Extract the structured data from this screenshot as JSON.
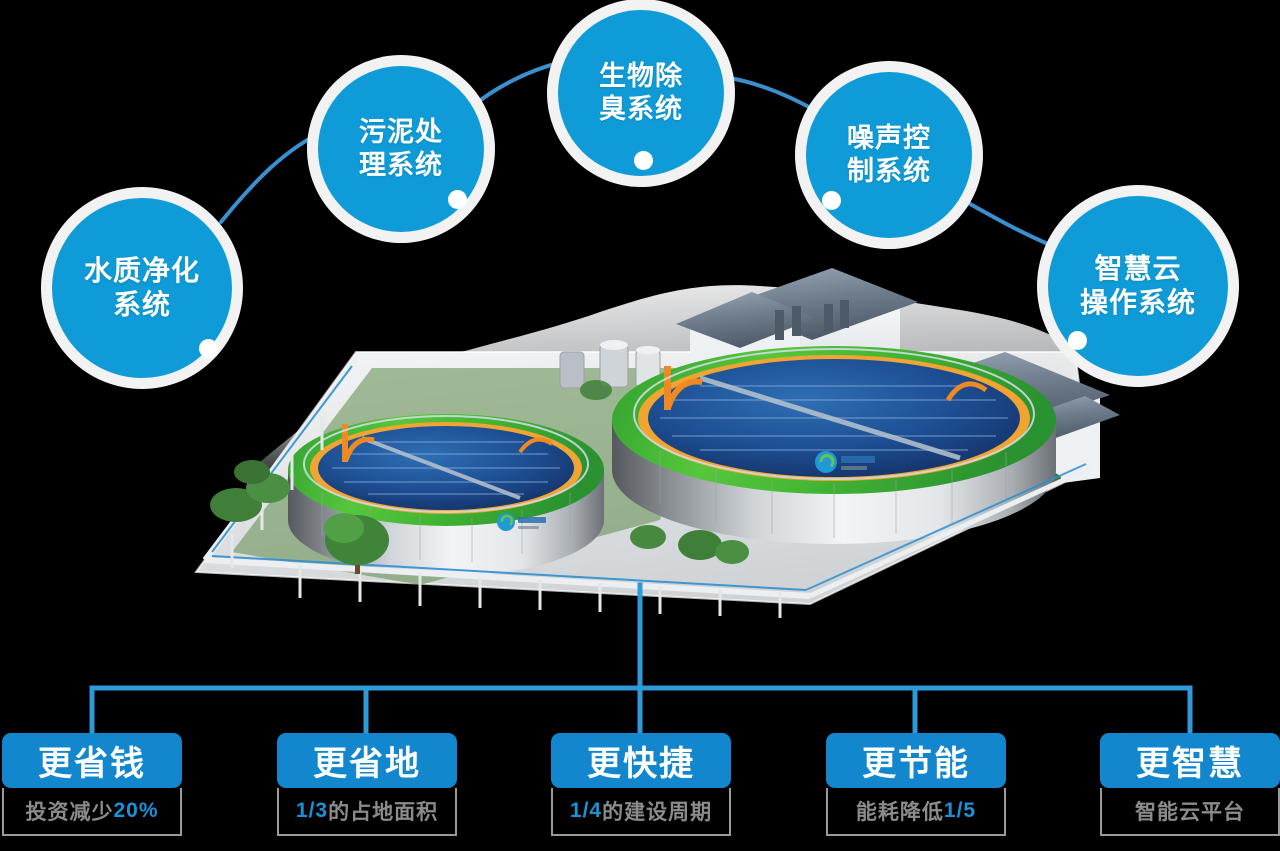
{
  "theme": {
    "node_fill": "#0f9bd7",
    "node_ring": "#f2f2f2",
    "card_header": "#1387ce",
    "card_border": "#9a9a9a",
    "sub_text": "#8b8b8b",
    "accent": "#1a92d8",
    "connector": "#3a8fcf",
    "background": "#000000"
  },
  "nodes": [
    {
      "id": "water-purification",
      "line1": "水质净化",
      "line2": "系统"
    },
    {
      "id": "sludge-treatment",
      "line1": "污泥处",
      "line2": "理系统"
    },
    {
      "id": "bio-deodorization",
      "line1": "生物除",
      "line2": "臭系统"
    },
    {
      "id": "noise-control",
      "line1": "噪声控",
      "line2": "制系统"
    },
    {
      "id": "smart-cloud-os",
      "line1": "智慧云",
      "line2": "操作系统"
    }
  ],
  "cards": [
    {
      "id": "more-economical",
      "title": "更省钱",
      "sub_pre": "投资减少",
      "sub_accent": "20%",
      "sub_post": ""
    },
    {
      "id": "more-land-saving",
      "title": "更省地",
      "sub_pre": "",
      "sub_accent": "1/3",
      "sub_post": "的占地面积"
    },
    {
      "id": "faster",
      "title": "更快捷",
      "sub_pre": "",
      "sub_accent": "1/4",
      "sub_post": "的建设周期"
    },
    {
      "id": "energy-saving",
      "title": "更节能",
      "sub_pre": "能耗降低",
      "sub_accent": "1/5",
      "sub_post": ""
    },
    {
      "id": "smarter",
      "title": "更智慧",
      "sub_pre": "智能云平台",
      "sub_accent": "",
      "sub_post": ""
    }
  ],
  "scene": {
    "alt": "污水处理厂三维效果图",
    "elements": [
      "圆形污水处理池",
      "绿色池顶边缘",
      "蓝色水面",
      "橙色管道",
      "厂区建筑",
      "围栏",
      "绿化树木"
    ]
  }
}
